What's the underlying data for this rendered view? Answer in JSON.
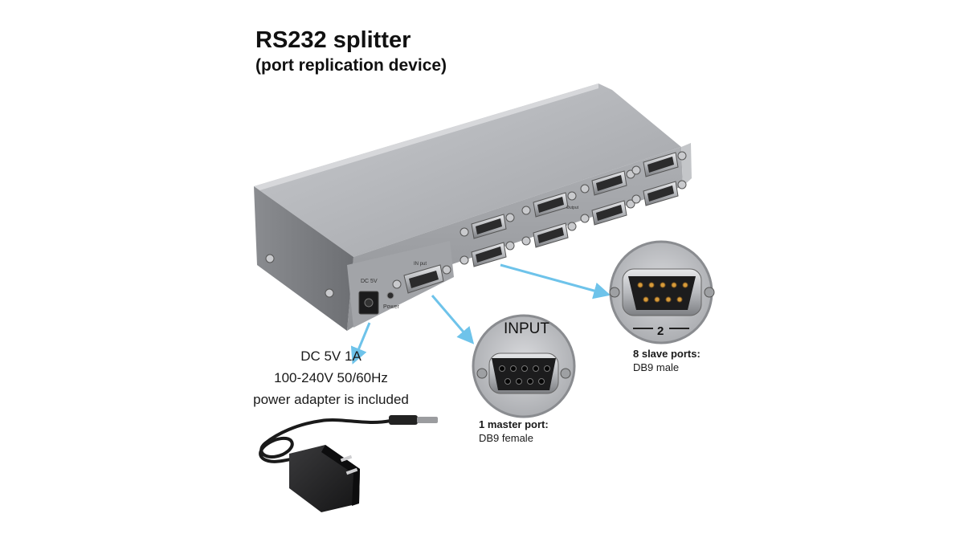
{
  "header": {
    "title": "RS232 splitter",
    "subtitle": "(port replication device)"
  },
  "power_info": {
    "line1": "DC 5V 1A",
    "line2": "100-240V 50/60Hz",
    "line3": "power adapter is included"
  },
  "device_labels": {
    "dc": "DC 5V",
    "power": "Power",
    "input": "IN put",
    "output": "Output"
  },
  "input_callout": {
    "heading": "INPUT",
    "caption_bold": "1 master port:",
    "caption": "DB9 female"
  },
  "slave_callout": {
    "port_number": "2",
    "caption_bold": "8 slave ports:",
    "caption": "DB9 male"
  },
  "colors": {
    "device_body": "#a9abaf",
    "arrow": "#6ec3ea",
    "callout_ring": "#8a8c90"
  }
}
